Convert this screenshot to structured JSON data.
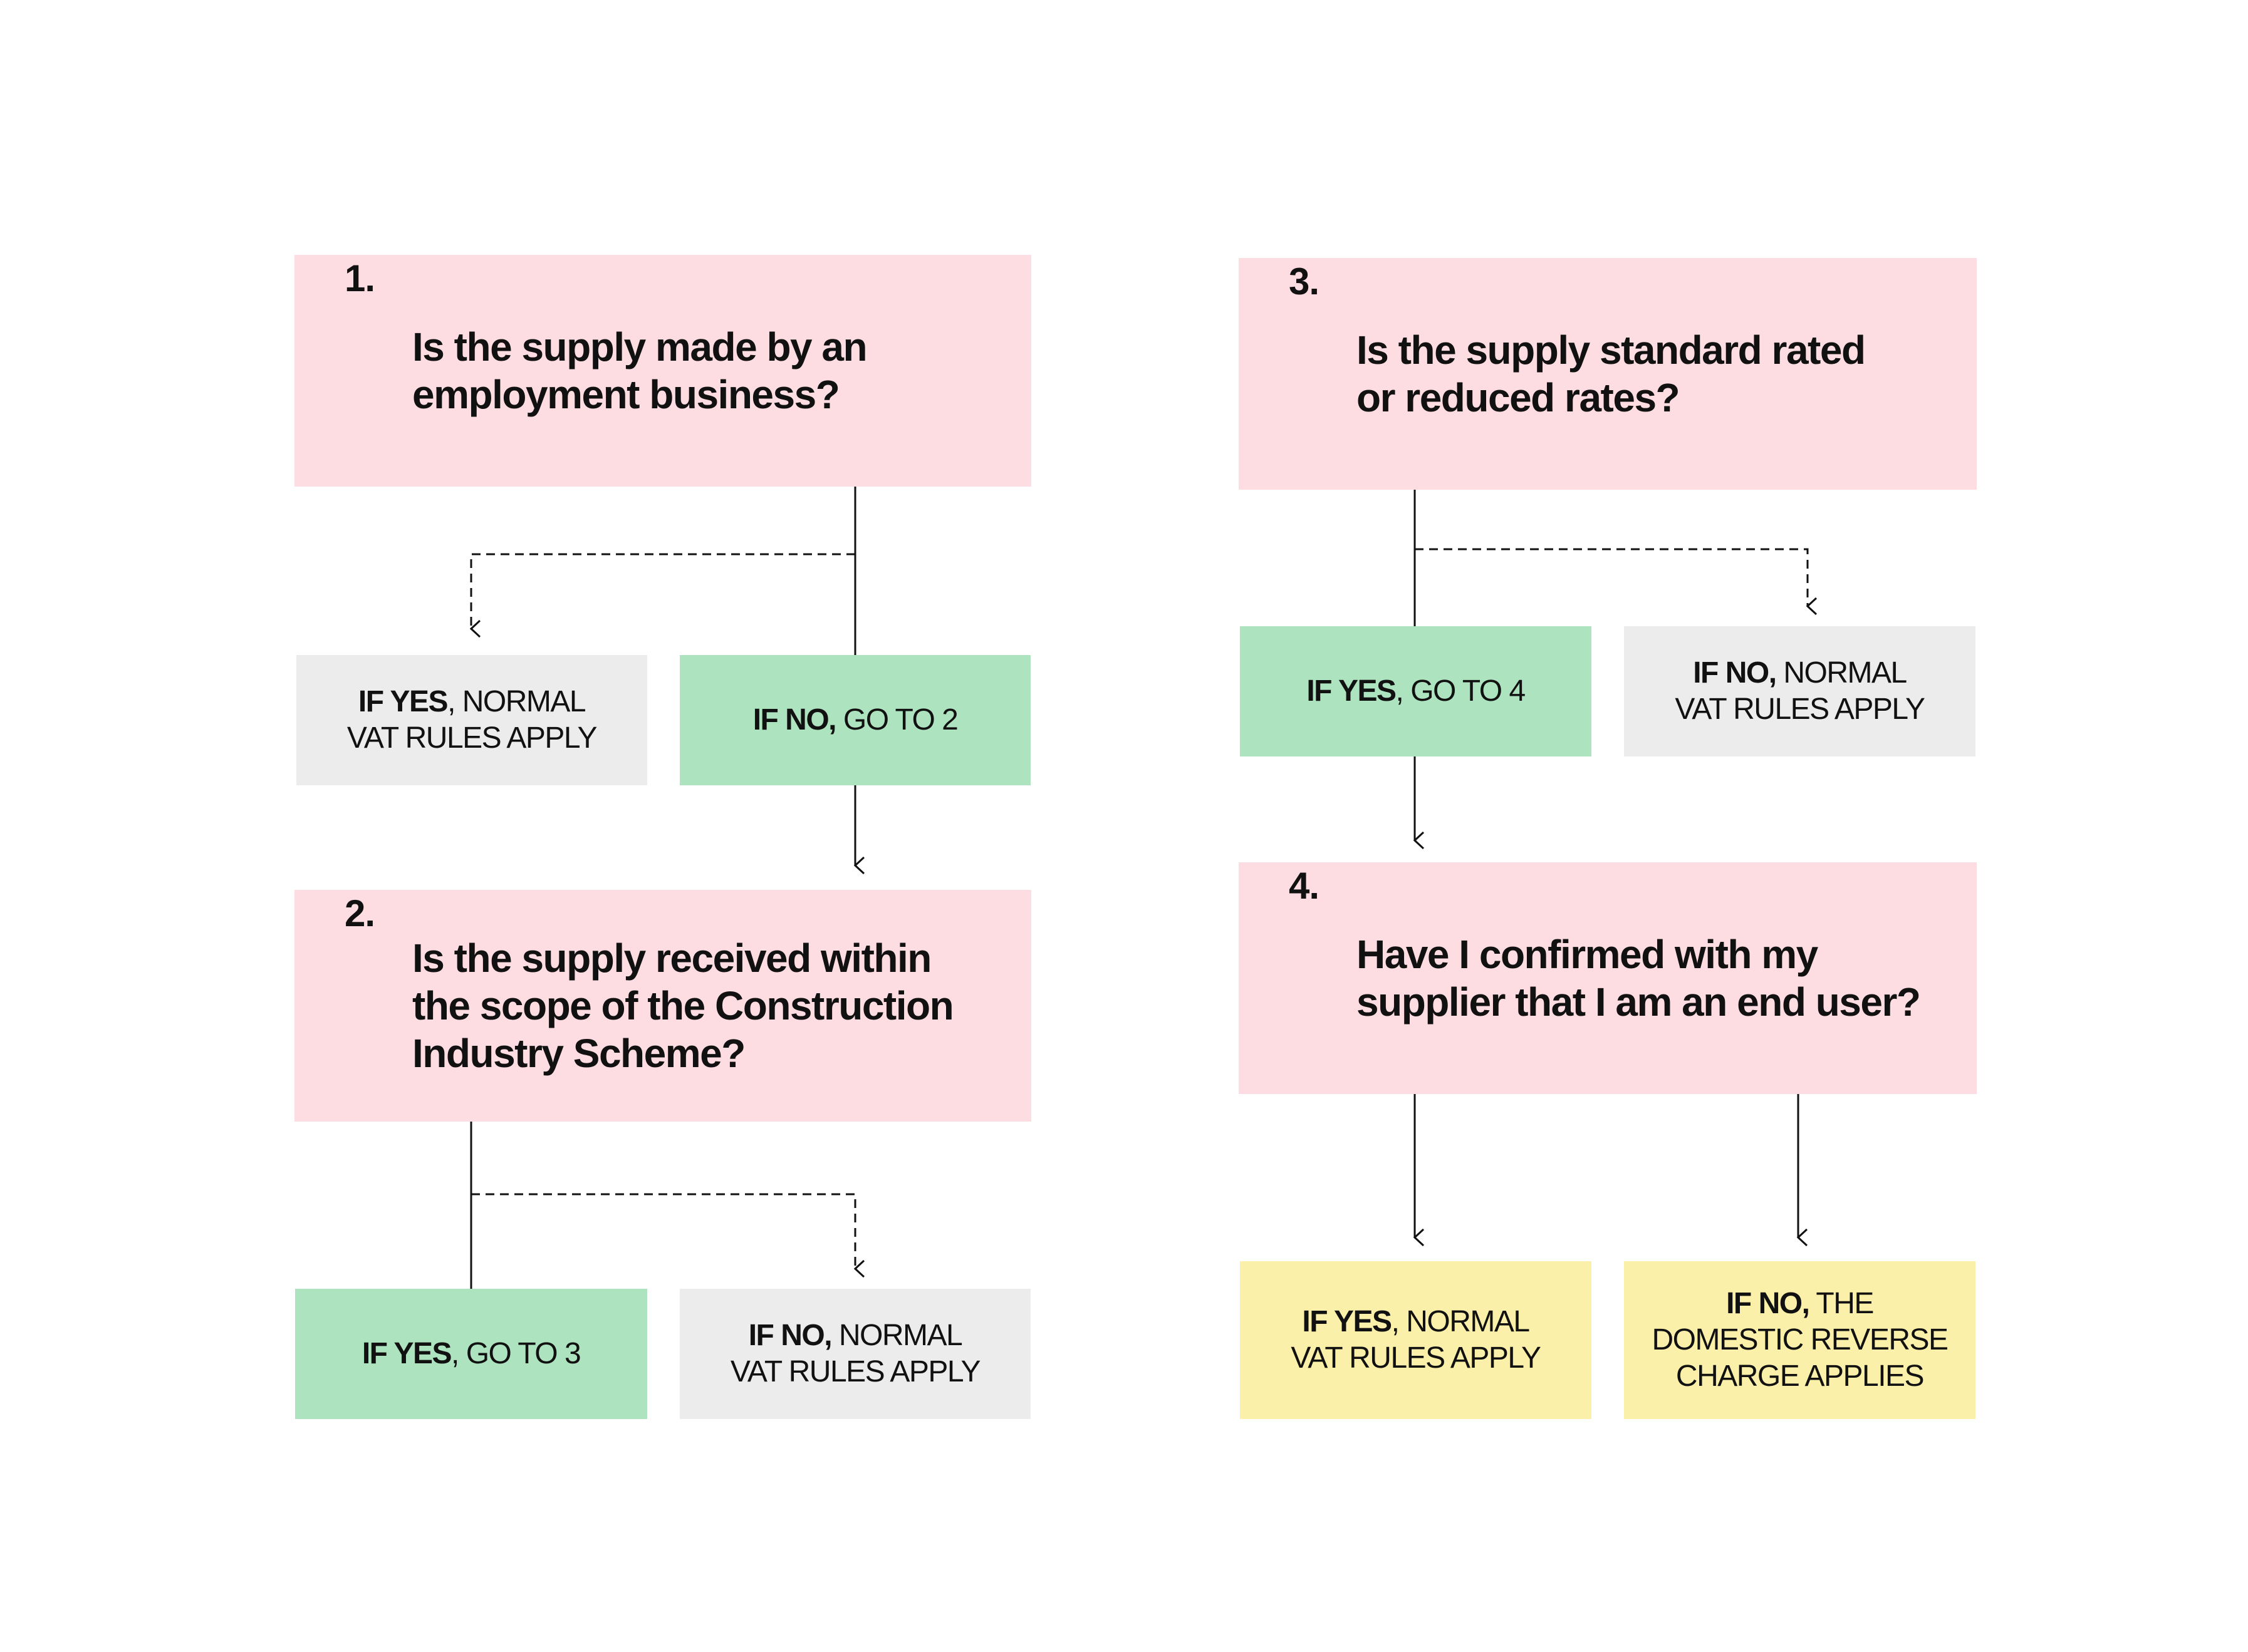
{
  "questions": [
    {
      "num": "1.",
      "text": "Is the supply made by an\nemployment business?"
    },
    {
      "num": "2.",
      "text": "Is the supply received within\nthe scope of the Construction\nIndustry Scheme?"
    },
    {
      "num": "3.",
      "text": "Is the supply standard rated\nor reduced rates?"
    },
    {
      "num": "4.",
      "text": "Have I confirmed with my\nsupplier that I am an end user?"
    }
  ],
  "answers": {
    "q1_yes": {
      "bold": "IF YES",
      "rest": ", NORMAL\nVAT RULES APPLY"
    },
    "q1_no": {
      "bold": "IF NO,",
      "rest": " GO TO 2"
    },
    "q2_yes": {
      "bold": "IF YES",
      "rest": ", GO TO 3"
    },
    "q2_no": {
      "bold": "IF NO,",
      "rest": " NORMAL\nVAT RULES APPLY"
    },
    "q3_yes": {
      "bold": "IF YES",
      "rest": ", GO TO 4"
    },
    "q3_no": {
      "bold": "IF NO,",
      "rest": " NORMAL\nVAT RULES APPLY"
    },
    "q4_yes": {
      "bold": "IF YES",
      "rest": ", NORMAL\nVAT RULES APPLY"
    },
    "q4_no": {
      "bold": "IF NO,",
      "rest": " THE\nDOMESTIC REVERSE\nCHARGE APPLIES"
    }
  },
  "colors": {
    "question": "#fddde1",
    "continue": "#ade3be",
    "normal_rules": "#ececec",
    "outcome": "#fbf0a9",
    "line": "#111111"
  }
}
